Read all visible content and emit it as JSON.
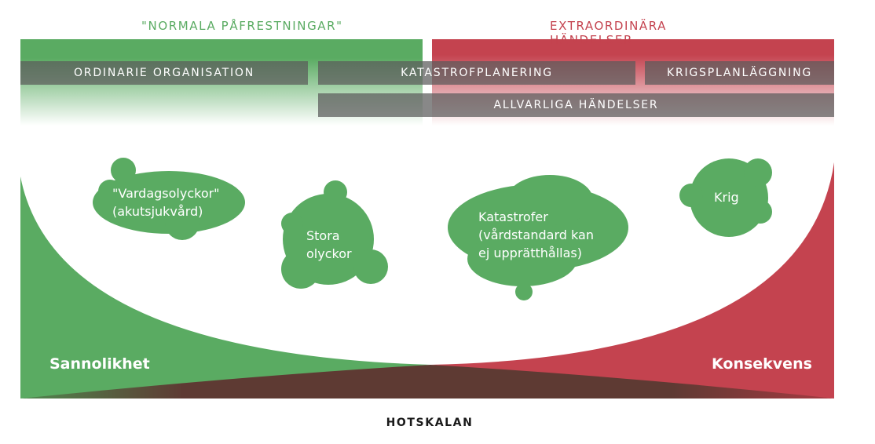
{
  "header": {
    "left_label": "\"NORMALA PÅFRESTNINGAR\"",
    "right_label": "EXTRAORDINÄRA HÄNDELSER"
  },
  "bands": {
    "ordinary": "ORDINARIE ORGANISATION",
    "catastrophe_planning": "KATASTROFPLANERING",
    "war_planning": "KRIGSPLANLÄGGNING",
    "serious_events": "ALLVARLIGA HÄNDELSER"
  },
  "clouds": {
    "everyday": "\"Vardagsolyckor\"\n(akutsjukvård)",
    "major": "Stora\nolyckor",
    "catastrophes": "Katastrofer\n(vårdstandard kan\nej upprätthållas)",
    "war": "Krig"
  },
  "axes": {
    "probability": "Sannolikhet",
    "consequence": "Konsekvens"
  },
  "footer": {
    "scale": "HOTSKALAN"
  },
  "colors": {
    "green": "#5aab62",
    "red": "#c4434f",
    "overlap": "#5e3a33",
    "band": "#5a5a5a"
  }
}
